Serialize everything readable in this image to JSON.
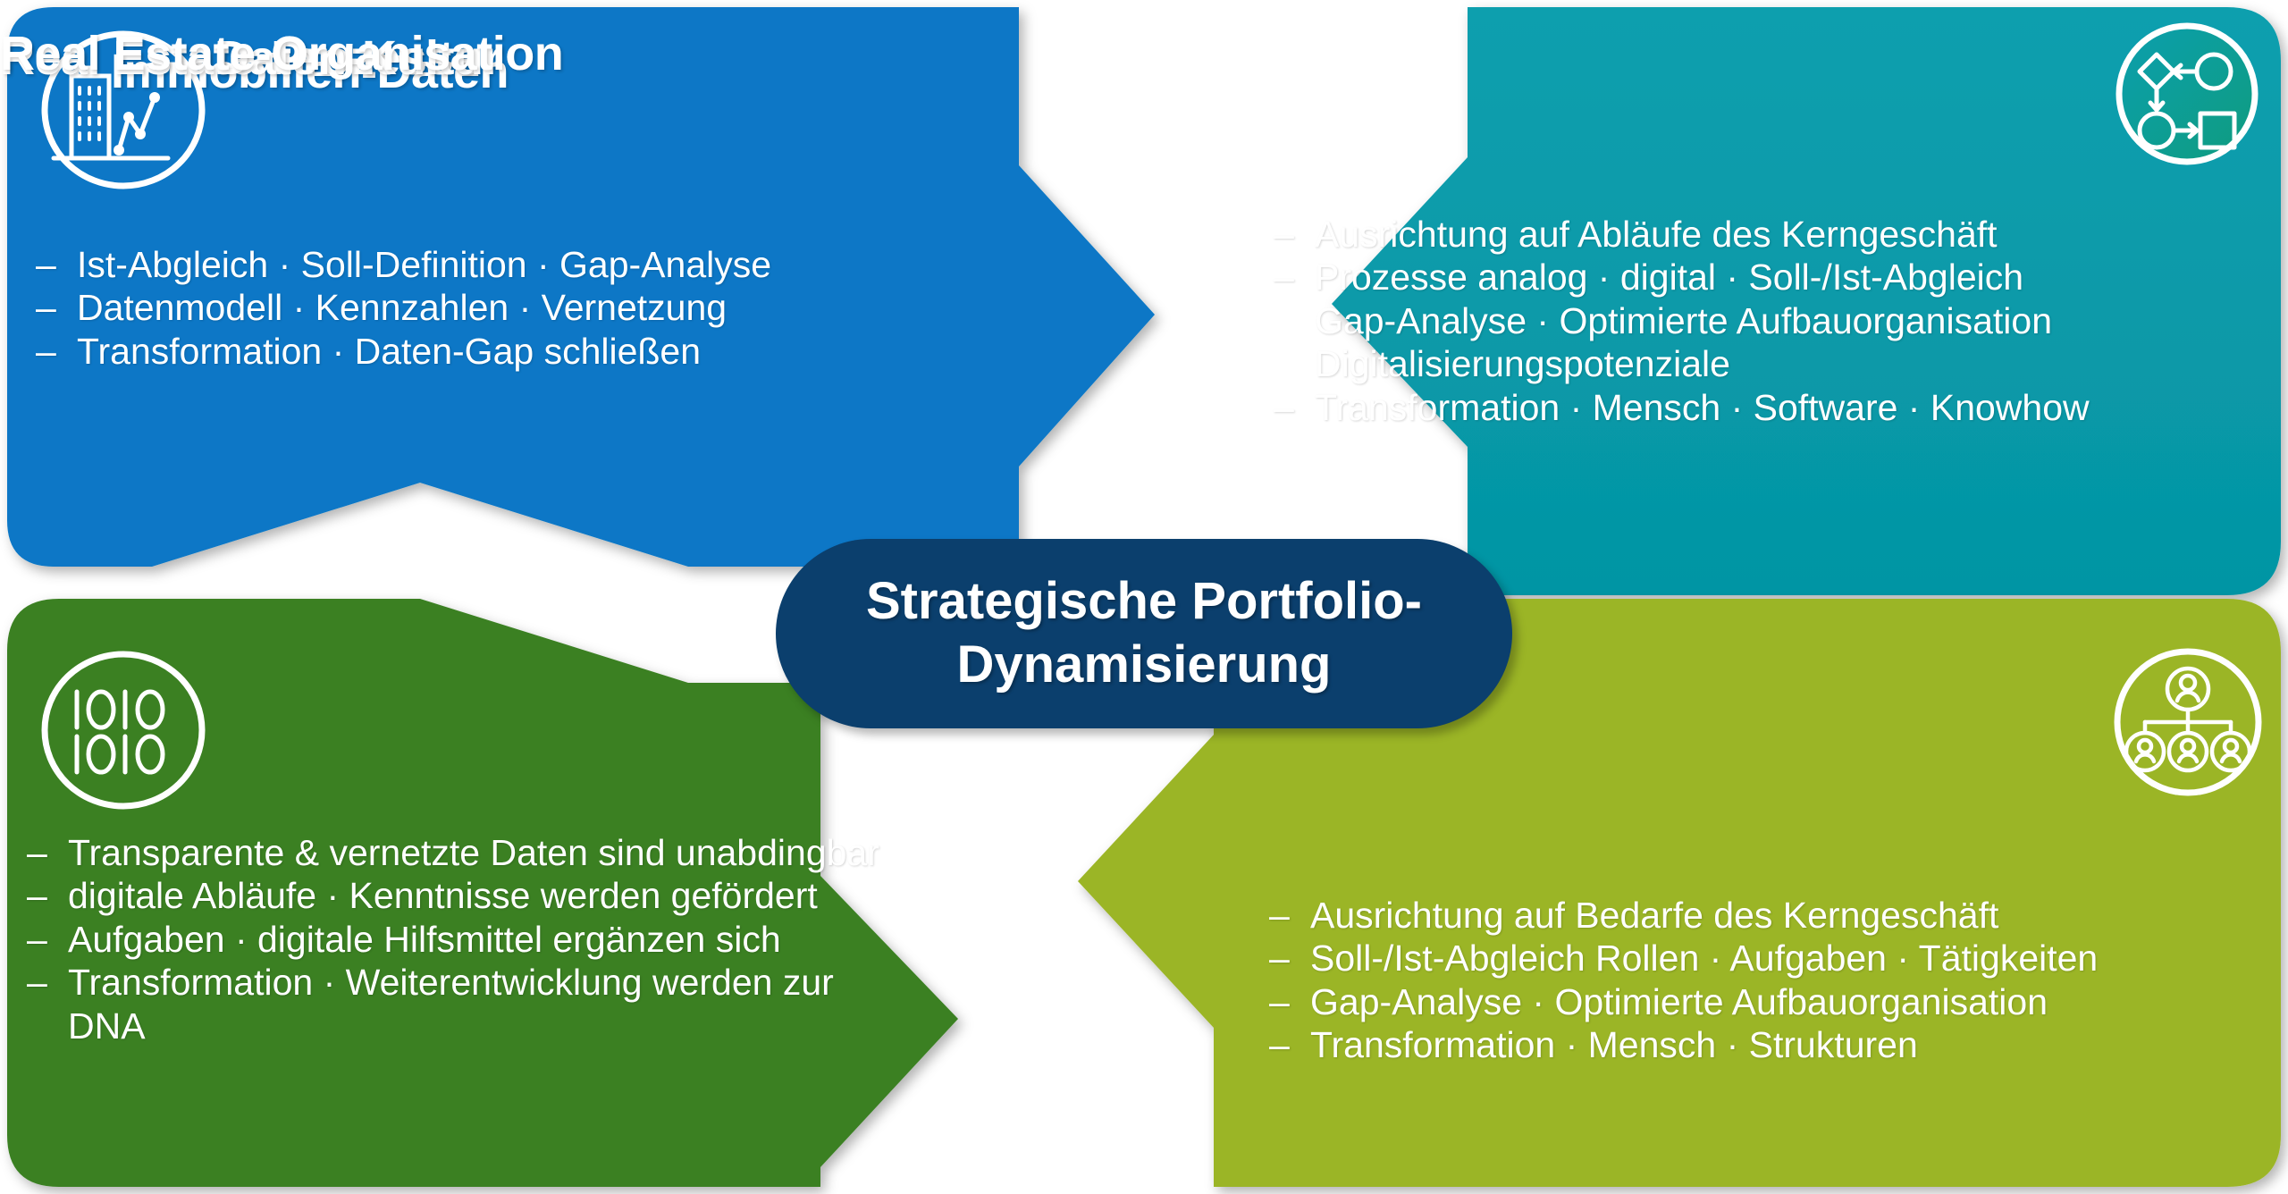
{
  "colors": {
    "blue": "#0777c6",
    "teal": "#0599a8",
    "dark_green": "#3a8023",
    "lime": "#9bb526",
    "center_navy": "#0b3f6d",
    "background": "#ffffff",
    "text": "#ffffff"
  },
  "center": {
    "label": "Strategische Portfolio-\nDynamisierung"
  },
  "quadrants": [
    {
      "id": "immobilien-daten",
      "title": "Immobilien-Daten",
      "color": "#0777c6",
      "icon": "building-chart-icon",
      "bullets": [
        {
          "dash": "–",
          "text": "Ist-Abgleich · Soll-Definition · Gap-Analyse",
          "continuation": false
        },
        {
          "dash": "–",
          "text": "Datenmodell · Kennzahlen · Vernetzung",
          "continuation": false
        },
        {
          "dash": "–",
          "text": "Transformation · Daten-Gap schließen",
          "continuation": false
        }
      ]
    },
    {
      "id": "real-estate-prozesse",
      "title": "Real Estate-Prozesse",
      "color": "#0599a8",
      "icon": "process-flow-icon",
      "bullets": [
        {
          "dash": "–",
          "text": "Ausrichtung auf Abläufe des Kerngeschäft",
          "continuation": false
        },
        {
          "dash": "–",
          "text": "Prozesse analog · digital · Soll-/Ist-Abgleich",
          "continuation": false
        },
        {
          "dash": "",
          "text": "Gap-Analyse · Optimierte Aufbauorganisation",
          "continuation": true
        },
        {
          "dash": "",
          "text": "Digitalisierungspotenziale",
          "continuation": true
        },
        {
          "dash": "–",
          "text": "Transformation · Mensch · Software · Knowhow",
          "continuation": false
        }
      ]
    },
    {
      "id": "daten-kultur",
      "title": "Daten-Kultur",
      "color": "#3a8023",
      "icon": "binary-data-icon",
      "bullets": [
        {
          "dash": "–",
          "text": "Transparente & vernetzte Daten sind unabdingbar",
          "continuation": false
        },
        {
          "dash": "–",
          "text": "digitale Abläufe · Kenntnisse werden gefördert",
          "continuation": false
        },
        {
          "dash": "–",
          "text": "Aufgaben · digitale Hilfsmittel ergänzen sich",
          "continuation": false
        },
        {
          "dash": "–",
          "text": "Transformation ·  Weiterentwicklung werden zur",
          "continuation": false
        },
        {
          "dash": "",
          "text": "DNA",
          "continuation": true
        }
      ]
    },
    {
      "id": "real-estate-organisation",
      "title": "Real Estate-Organisation",
      "color": "#9bb526",
      "icon": "org-chart-icon",
      "bullets": [
        {
          "dash": "–",
          "text": "Ausrichtung auf Bedarfe des Kerngeschäft",
          "continuation": false
        },
        {
          "dash": "–",
          "text": "Soll-/Ist-Abgleich Rollen · Aufgaben · Tätigkeiten",
          "continuation": false
        },
        {
          "dash": "–",
          "text": "Gap-Analyse · Optimierte Aufbauorganisation",
          "continuation": false
        },
        {
          "dash": "–",
          "text": "Transformation · Mensch · Strukturen",
          "continuation": false
        }
      ]
    }
  ]
}
